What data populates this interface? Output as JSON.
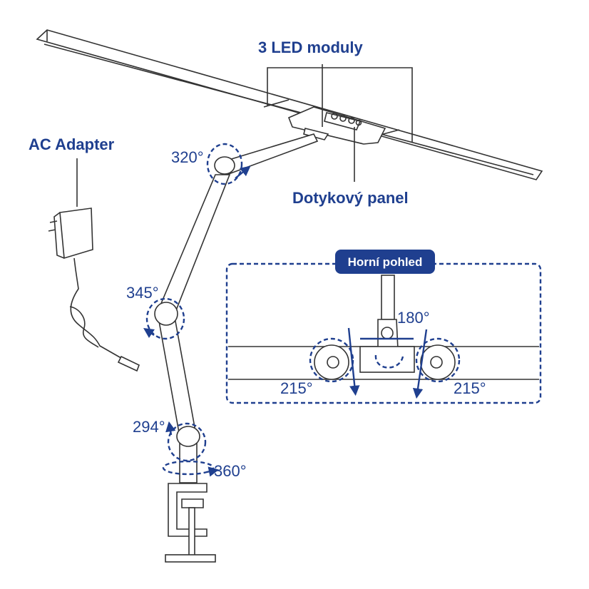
{
  "labels": {
    "led_modules": "3 LED moduly",
    "touch_panel": "Dotykový panel",
    "ac_adapter": "AC Adapter",
    "top_view": "Horní pohled"
  },
  "angles": {
    "head_joint": "320°",
    "elbow_joint": "345°",
    "lower_joint": "294°",
    "base_rotation": "360°",
    "center_rotation": "180°",
    "left_panel": "215°",
    "right_panel": "215°"
  },
  "colors": {
    "accent": "#1f3f8f",
    "line": "#333333",
    "background": "#ffffff"
  }
}
